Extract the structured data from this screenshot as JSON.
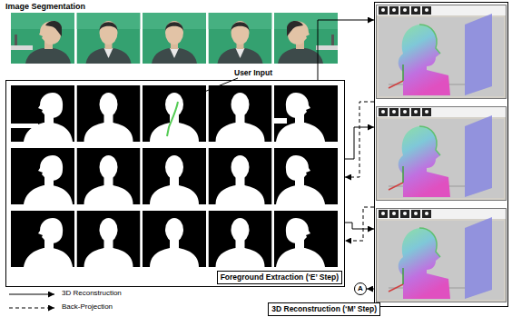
{
  "diagram": {
    "nodes": [
      {
        "text": [
          "Foreground Extraction (‘E’ Step)"
        ]
      },
      {
        "text": [
          "3D Reconstruction (‘M’ Step)"
        ]
      },
      {
        "text": [
          "A"
        ]
      }
    ],
    "edges": [
      {
        "from": 0,
        "to": 1,
        "arrow": "to"
      },
      {
        "from": 1,
        "to": 0,
        "arrow": "to"
      },
      {
        "from": 0,
        "to": 1,
        "arrow": "to"
      },
      {
        "from": 1,
        "to": 0,
        "arrow": "to"
      },
      {
        "from": 0,
        "to": 1,
        "arrow": "to"
      },
      {
        "from": 1,
        "to": 2,
        "arrow": "to"
      }
    ],
    "labels": [
      "Image Segmentation",
      "User Input"
    ],
    "legend": [
      {
        "text": "3D Reconstruction"
      },
      {
        "text": "Back-Projection"
      }
    ]
  }
}
